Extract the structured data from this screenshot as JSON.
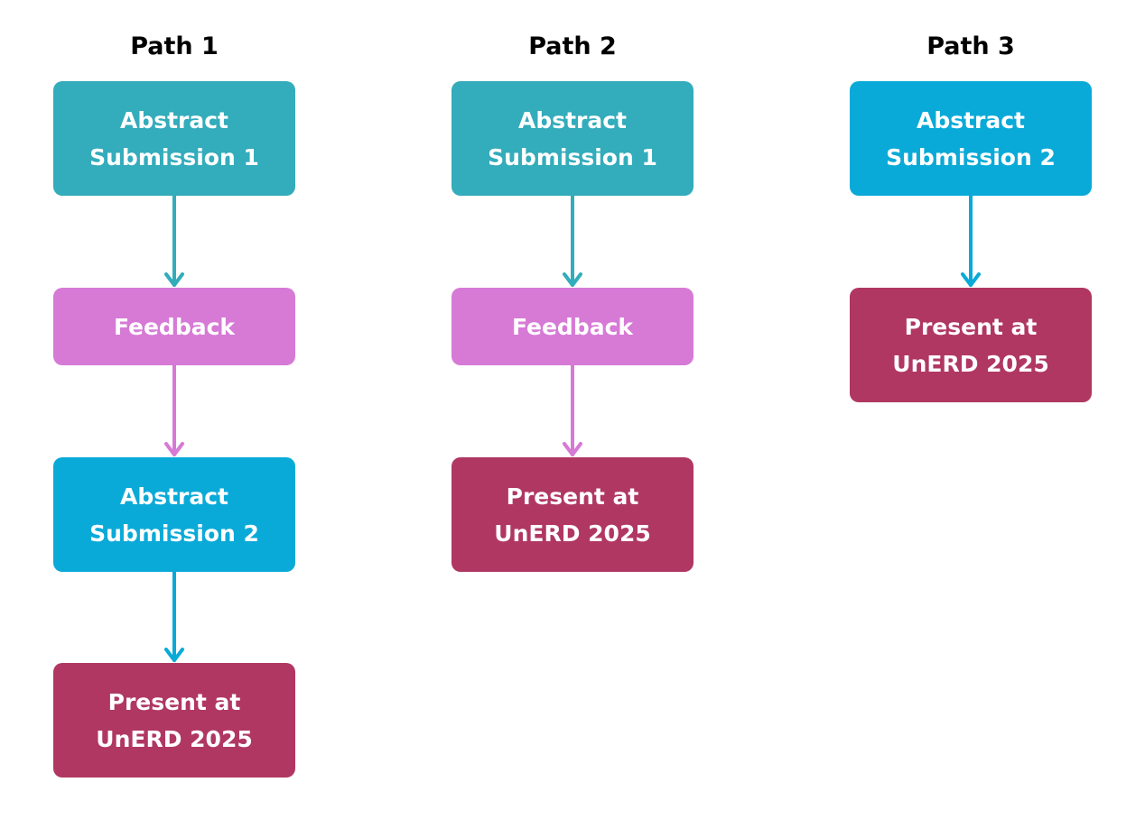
{
  "colors": {
    "teal": "#33acbb",
    "blue": "#0aaad8",
    "pink": "#d67ad6",
    "maroon": "#b03762",
    "title_text": "#000000",
    "box_text": "#ffffff"
  },
  "paths": [
    {
      "title": "Path 1",
      "steps": [
        {
          "line1": "Abstract",
          "line2": "Submission 1"
        },
        {
          "line1": "Feedback"
        },
        {
          "line1": "Abstract",
          "line2": "Submission 2"
        },
        {
          "line1": "Present at",
          "line2": "UnERD 2025"
        }
      ]
    },
    {
      "title": "Path 2",
      "steps": [
        {
          "line1": "Abstract",
          "line2": "Submission 1"
        },
        {
          "line1": "Feedback"
        },
        {
          "line1": "Present at",
          "line2": "UnERD 2025"
        }
      ]
    },
    {
      "title": "Path 3",
      "steps": [
        {
          "line1": "Abstract",
          "line2": "Submission 2"
        },
        {
          "line1": "Present at",
          "line2": "UnERD 2025"
        }
      ]
    }
  ]
}
